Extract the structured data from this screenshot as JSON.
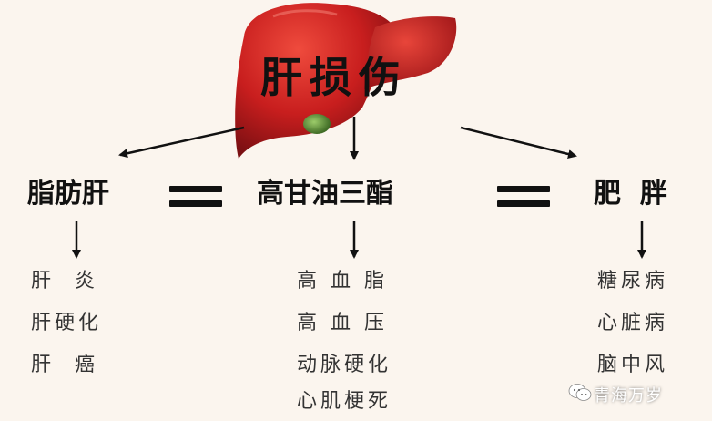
{
  "diagram": {
    "title": "肝损伤",
    "columns": [
      {
        "header": "脂肪肝",
        "items": [
          "肝  炎",
          "肝硬化",
          "肝  癌"
        ]
      },
      {
        "header": "高甘油三酯",
        "items": [
          "高 血 脂",
          "高 血 压",
          "动脉硬化",
          "心肌梗死"
        ]
      },
      {
        "header": "肥  胖",
        "items": [
          "糖尿病",
          "心脏病",
          "脑中风"
        ]
      }
    ],
    "watermark": "青海万岁"
  },
  "colors": {
    "background": "#fbf5ee",
    "liver": "#c81e1e",
    "liver_highlight": "#e8453a",
    "gallbladder": "#5c8a3a",
    "text": "#111111"
  },
  "icons": [
    "liver-illustration",
    "wechat-icon"
  ]
}
